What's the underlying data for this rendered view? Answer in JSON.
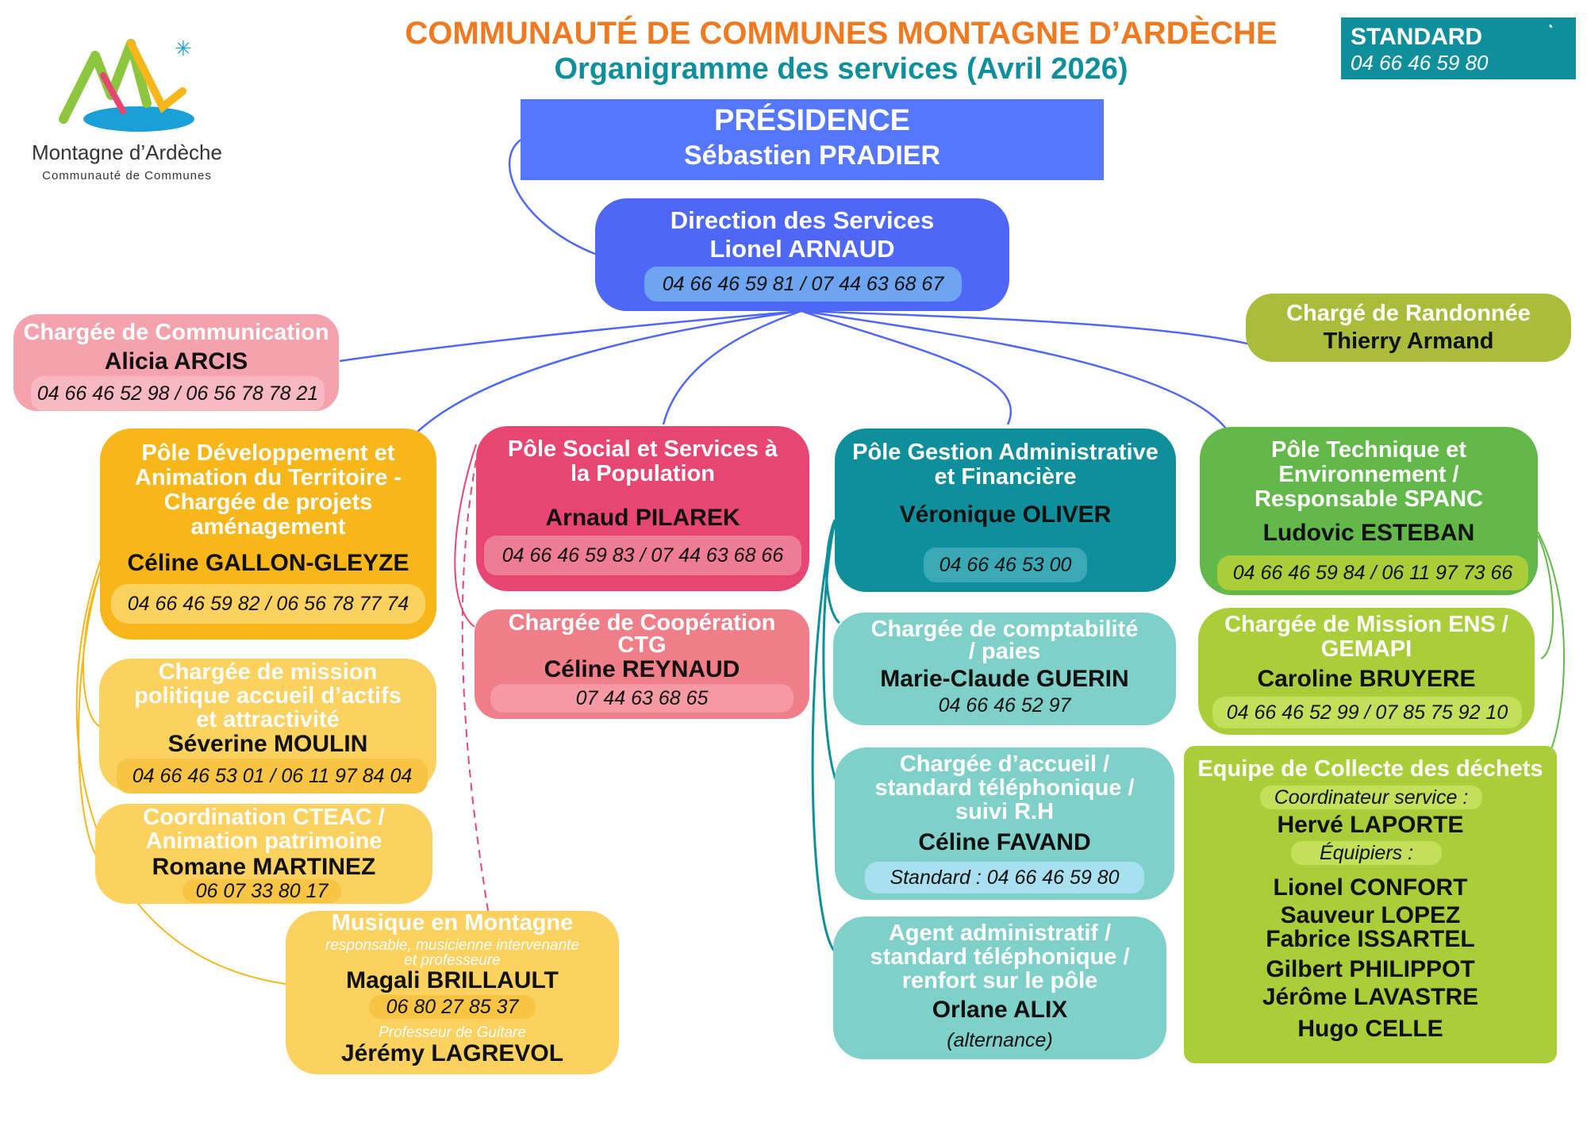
{
  "header": {
    "title": "COMMUNAUTÉ DE COMMUNES MONTAGNE D’ARDÈCHE",
    "subtitle": "Organigramme des services (Avril 2026)"
  },
  "logo": {
    "name": "Montagne d’Ardèche",
    "tagline": "Communauté de Communes"
  },
  "standard": {
    "label": "STANDARD",
    "phone": "04 66 46 59 80"
  },
  "colors": {
    "title_orange": "#f07a22",
    "subtitle_teal": "#0f8f9c",
    "standard_bg": "#0f8f9c",
    "presidence_blue": "#5577ff",
    "direction_blue": "#4f67f7",
    "communication_pink": "#f4a2ad",
    "social_pink": "#e84672",
    "cooperation_pink": "#f07e89",
    "dev_orange": "#f7b61a",
    "dev_light": "#fbd160",
    "gestion_teal": "#0f8f9c",
    "gestion_light": "#7fd0c8",
    "technique_green": "#62b94a",
    "lime": "#a9ce3a",
    "randonnee_olive": "#aabd3a"
  },
  "presidence": {
    "title": "PRÉSIDENCE",
    "name": "Sébastien PRADIER"
  },
  "direction": {
    "title": "Direction des Services",
    "name": "Lionel ARNAUD",
    "phone": "04 66 46 59 81 / 07 44 63 68 67"
  },
  "communication": {
    "role": "Chargée de Communication",
    "name": "Alicia ARCIS",
    "phone": "04 66 46 52 98 / 06 56 78 78 21"
  },
  "randonnee": {
    "role": "Chargé de Randonnée",
    "name": "Thierry Armand"
  },
  "dev": {
    "role_1": "Pôle Développement et",
    "role_2": "Animation du Territoire  -",
    "role_3": "Chargée de projets",
    "role_4": "aménagement",
    "name": "Céline GALLON-GLEYZE",
    "phone": "04 66 46 59 82 / 06 56 78 77 74"
  },
  "accueil_actifs": {
    "role_1": "Chargée de mission",
    "role_2": "politique accueil d’actifs",
    "role_3": "et attractivité",
    "name": "Séverine MOULIN",
    "phone": "04 66 46 53 01 / 06 11 97 84 04"
  },
  "cteac": {
    "role_1": "Coordination CTEAC /",
    "role_2": "Animation patrimoine",
    "name": "Romane MARTINEZ",
    "phone": "06 07 33 80 17"
  },
  "musique": {
    "title": "Musique en Montagne",
    "note_1": "responsable, musicienne intervenante",
    "note_2": "et professeure",
    "name_1": "Magali BRILLAULT",
    "phone": "06 80 27 85 37",
    "note_3": "Professeur de Guitare",
    "name_2": "Jérémy LAGREVOL"
  },
  "social": {
    "role_1": "Pôle Social et Services à",
    "role_2": "la Population",
    "name": "Arnaud PILAREK",
    "phone": "04 66 46 59 83 / 07 44 63 68 66"
  },
  "cooperation": {
    "role_1": "Chargée de Coopération",
    "role_2": "CTG",
    "name": "Céline REYNAUD",
    "phone": "07 44 63 68 65"
  },
  "gestion": {
    "role_1": "Pôle Gestion Administrative",
    "role_2": "et Financière",
    "name": "Véronique OLIVER",
    "phone": "04 66 46 53 00"
  },
  "comptabilite": {
    "role_1": "Chargée de comptabilité",
    "role_2": "/ paies",
    "name": "Marie-Claude GUERIN",
    "phone": "04 66 46 52 97"
  },
  "accueil_std": {
    "role_1": "Chargée d’accueil /",
    "role_2": "standard téléphonique /",
    "role_3": "suivi R.H",
    "name": "Céline FAVAND",
    "phone": "Standard : 04 66 46 59 80"
  },
  "agent_admin": {
    "role_1": "Agent administratif /",
    "role_2": "standard téléphonique /",
    "role_3": "renfort sur le pôle",
    "name": "Orlane ALIX",
    "note": "(alternance)"
  },
  "technique": {
    "role_1": "Pôle Technique et",
    "role_2": "Environnement /",
    "role_3": "Responsable SPANC",
    "name": "Ludovic ESTEBAN",
    "phone": "04 66 46 59 84 / 06 11 97 73 66"
  },
  "ens": {
    "role_1": "Chargée de Mission ENS /",
    "role_2": "GEMAPI",
    "name": "Caroline BRUYERE",
    "phone": "04 66 46 52 99 / 07 85 75 92 10"
  },
  "collecte": {
    "title": "Equipe de Collecte des déchets",
    "coord_label": "Coordinateur service :",
    "coord_name": "Hervé LAPORTE",
    "team_label": "Équipiers :",
    "members": [
      "Lionel CONFORT",
      "Sauveur LOPEZ",
      "Fabrice ISSARTEL",
      "Gilbert PHILIPPOT",
      "Jérôme LAVASTRE",
      "Hugo CELLE"
    ]
  }
}
